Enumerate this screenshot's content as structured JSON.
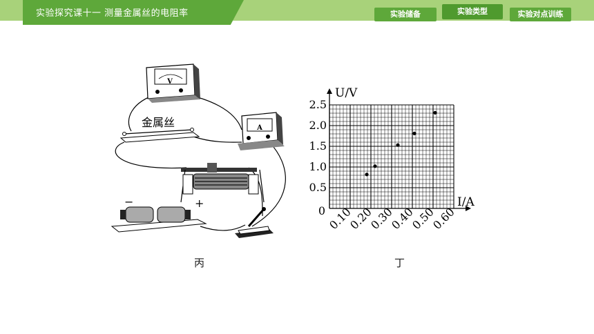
{
  "header": {
    "title": "实验探究课十一    测量金属丝的电阻率",
    "nav": [
      {
        "label": "实验储备",
        "active": false
      },
      {
        "label": "实验类型",
        "active": true
      },
      {
        "label": "实验对点训练",
        "active": false
      }
    ]
  },
  "circuit": {
    "voltmeter_label": "V",
    "ammeter_label": "A",
    "wire_label": "金属丝",
    "minus": "−",
    "plus": "+",
    "caption": "丙"
  },
  "chart_data": {
    "type": "scatter",
    "xlabel": "I/A",
    "ylabel": "U/V",
    "origin_label": "0",
    "xlim": [
      0,
      0.6
    ],
    "ylim": [
      0,
      2.5
    ],
    "xticks": [
      "0.10",
      "0.20",
      "0.30",
      "0.40",
      "0.50",
      "0.60"
    ],
    "yticks": [
      "2.5",
      "2.0",
      "1.5",
      "1.0",
      "0.5"
    ],
    "grid": true,
    "x": [
      0.18,
      0.22,
      0.33,
      0.41,
      0.51
    ],
    "y": [
      0.82,
      1.02,
      1.53,
      1.81,
      2.31
    ],
    "caption": "丁"
  }
}
